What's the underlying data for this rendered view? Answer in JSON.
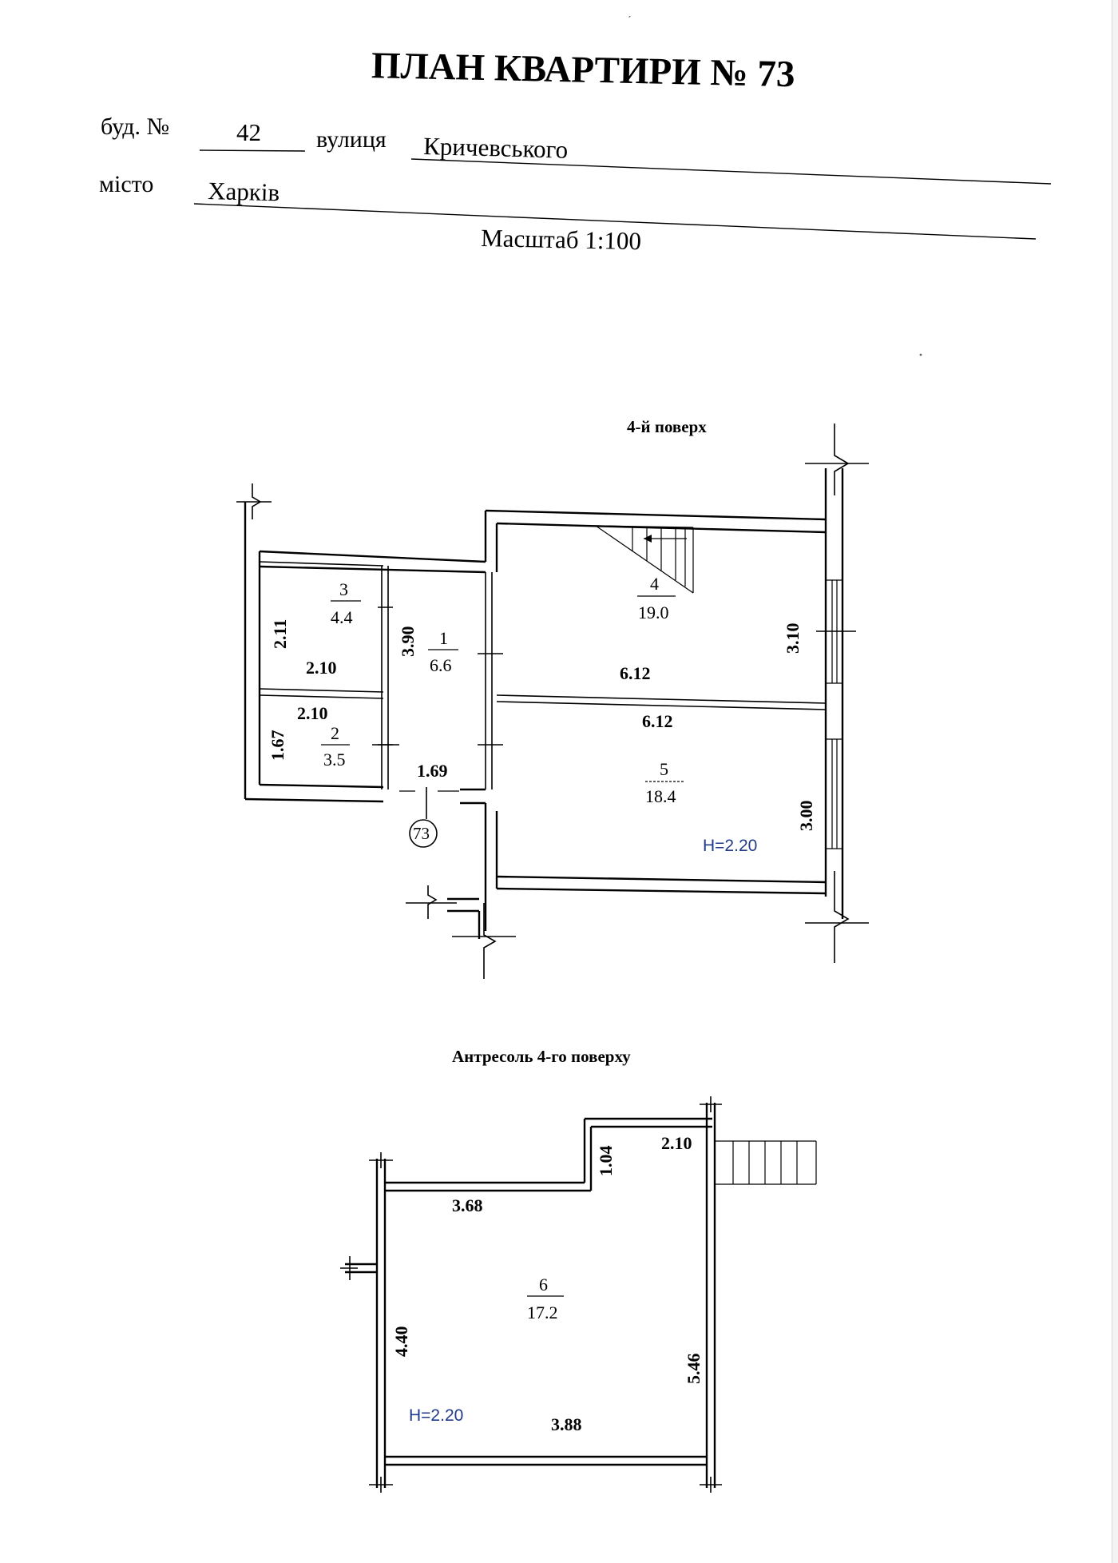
{
  "header": {
    "title": "ПЛАН КВАРТИРИ № 73",
    "building_label": "буд. №",
    "building_number": "42",
    "street_label": "вулиця",
    "street_value": "Кричевського",
    "city_label": "місто",
    "city_value": "Харків",
    "scale": "Масштаб 1:100"
  },
  "floor4": {
    "caption": "4-й поверх",
    "rooms": [
      {
        "number": "3",
        "area": "4.4"
      },
      {
        "number": "1",
        "area": "6.6"
      },
      {
        "number": "4",
        "area": "19.0"
      },
      {
        "number": "2",
        "area": "3.5"
      },
      {
        "number": "5",
        "area": "18.4"
      }
    ],
    "dimensions": {
      "d_2_11": "2.11",
      "d_2_10_a": "2.10",
      "d_3_90": "3.90",
      "d_6_12_a": "6.12",
      "d_3_10": "3.10",
      "d_2_10_b": "2.10",
      "d_1_67": "1.67",
      "d_1_69": "1.69",
      "d_6_12_b": "6.12",
      "d_3_00": "3.00"
    },
    "height": "H=2.20",
    "apartment_marker": "73"
  },
  "mezzanine": {
    "caption": "Антресоль 4-го поверху",
    "room": {
      "number": "6",
      "area": "17.2"
    },
    "dimensions": {
      "d_1_04": "1.04",
      "d_2_10": "2.10",
      "d_3_68": "3.68",
      "d_4_40": "4.40",
      "d_5_46": "5.46",
      "d_3_88": "3.88"
    },
    "height": "H=2.20"
  },
  "colors": {
    "ink": "#000000",
    "height_label": "#223a8a",
    "paper": "#ffffff"
  }
}
